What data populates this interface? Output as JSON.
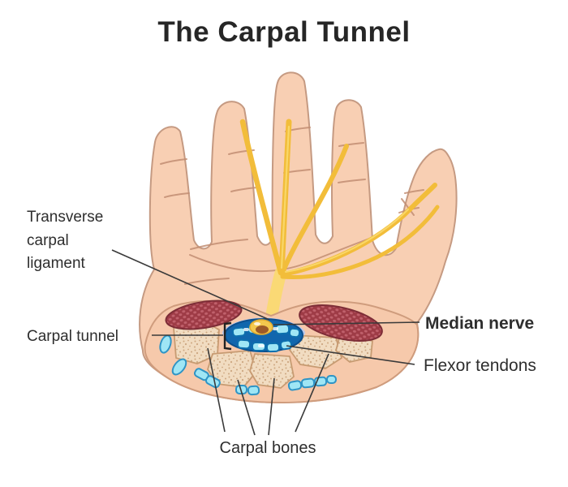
{
  "title": "The Carpal Tunnel",
  "labels": {
    "transverse_carpal_ligament": "Transverse carpal ligament",
    "carpal_tunnel": "Carpal tunnel",
    "median_nerve": "Median nerve",
    "flexor_tendons": "Flexor tendons",
    "carpal_bones": "Carpal bones"
  },
  "colors": {
    "background": "#ffffff",
    "text": "#2b2b2b",
    "skin": "#f8cfb3",
    "skin_outline": "#c59a82",
    "cut_skin": "#f6c9ab",
    "cut_outline": "#cf9c7d",
    "crease": "#c28d72",
    "nerve_yellow": "#f2bd3a",
    "nerve_light": "#f9d96e",
    "muscle_red": "#9e3b46",
    "muscle_dot": "#c0616c",
    "muscle_outline": "#7d2d37",
    "tunnel_blue": "#1166ad",
    "tunnel_outline": "#0d4f8c",
    "ligament_blue": "#bcc9ec",
    "tendon_cyan": "#9fe6f5",
    "tendon_outline": "#0d6fae",
    "bone_beige": "#f1dcc1",
    "bone_dot": "#c79e74",
    "bone_outline": "#c79b72",
    "line": "#3a3a3a"
  }
}
